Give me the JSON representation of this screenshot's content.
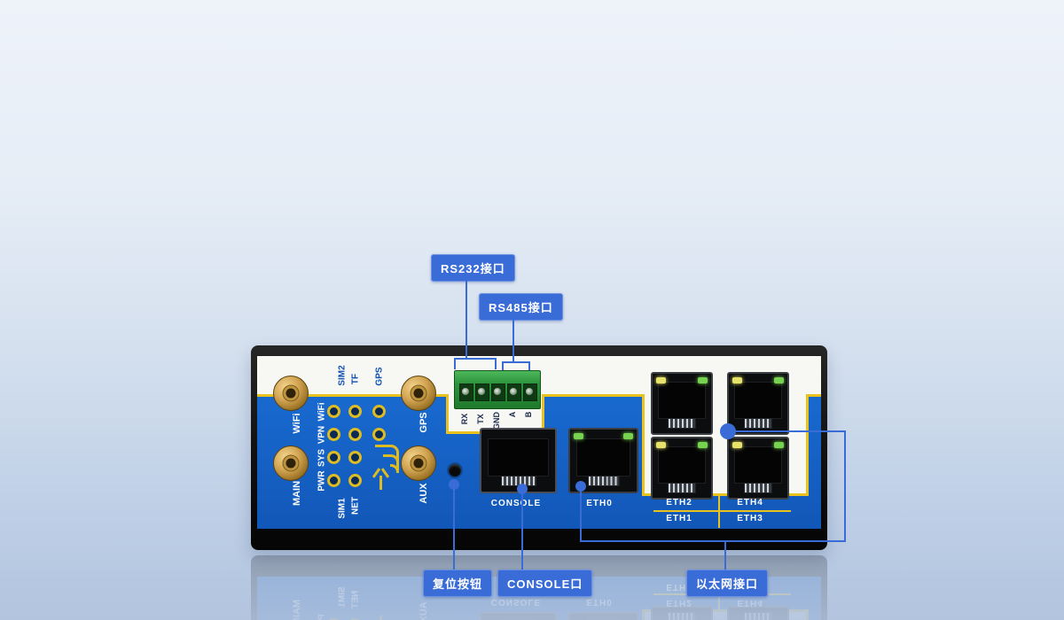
{
  "colors": {
    "accent": "#3a6cd8",
    "panel_blue": "#1460c4",
    "stripe_yellow": "#e9c21d",
    "device_black": "#161616",
    "terminal_green": "#2e923c"
  },
  "callouts": {
    "rs232": "RS232接口",
    "rs485": "RS485接口",
    "reset": "复位按钮",
    "console": "CONSOLE口",
    "ethernet": "以太网接口"
  },
  "panel": {
    "antennas": [
      "WiFi",
      "MAIN",
      "GPS",
      "AUX"
    ],
    "status_leds": [
      "WiFi",
      "VPN",
      "SYS",
      "PWR"
    ],
    "top_leds": [
      "SIM2",
      "TF",
      "GPS"
    ],
    "bottom_leds": [
      "SIM1",
      "NET"
    ],
    "terminal_pins": [
      "RX",
      "TX",
      "GND",
      "A",
      "B"
    ],
    "console_label": "CONSOLE",
    "eth0_label": "ETH0",
    "eth_ports": [
      "ETH2",
      "ETH4",
      "ETH1",
      "ETH3"
    ]
  }
}
